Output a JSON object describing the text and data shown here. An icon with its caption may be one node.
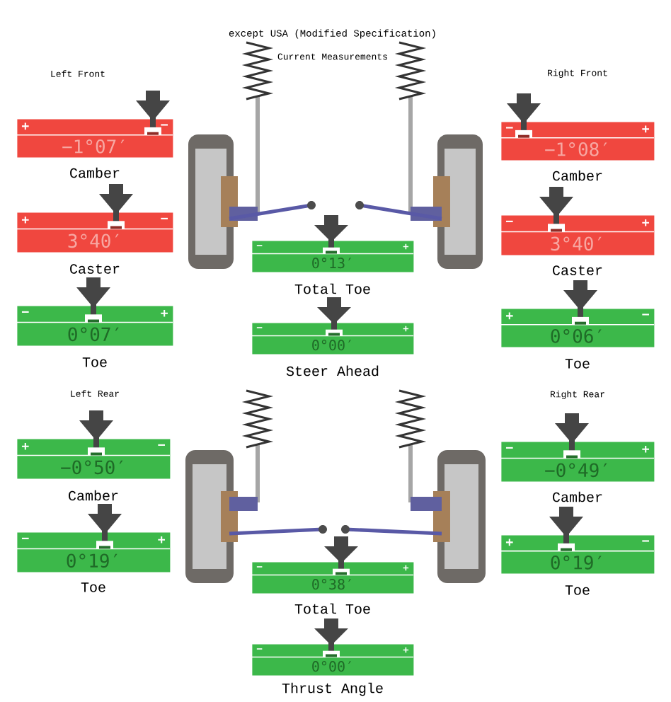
{
  "diagram": {
    "title": "except USA (Modified Specification)",
    "nodes": [
      {
        "text": [
          "+",
          "−",
          "−1°07′"
        ],
        "beside": [
          "Camber"
        ]
      },
      {
        "text": [
          "−",
          "+",
          "−1°08′"
        ],
        "beside": [
          "Camber"
        ]
      },
      {
        "text": [
          "+",
          "−",
          "3°40′"
        ],
        "beside": [
          "Caster"
        ]
      },
      {
        "text": [
          "−",
          "+",
          "3°40′"
        ],
        "beside": [
          "Caster"
        ]
      },
      {
        "text": [
          "−",
          "+",
          "0°13′"
        ],
        "beside": [
          "Total Toe"
        ]
      },
      {
        "text": [
          "−",
          "+",
          "0°07′"
        ],
        "beside": [
          "Toe"
        ]
      },
      {
        "text": [
          "−",
          "+",
          "0°00′"
        ],
        "beside": [
          "Steer Ahead"
        ]
      },
      {
        "text": [
          "+",
          "−",
          "0°06′"
        ],
        "beside": [
          "Toe"
        ]
      },
      {
        "text": [
          "+",
          "−",
          "−0°50′"
        ],
        "beside": [
          "Camber"
        ]
      },
      {
        "text": [
          "−",
          "+",
          "−0°49′"
        ],
        "beside": [
          "Camber"
        ]
      },
      {
        "text": [
          "−",
          "+",
          "0°19′"
        ],
        "beside": [
          "Toe"
        ]
      },
      {
        "text": [
          "+",
          "−",
          "0°19′"
        ],
        "beside": [
          "Toe"
        ]
      },
      {
        "text": [
          "−",
          "+",
          "0°38′"
        ],
        "beside": [
          "Total Toe"
        ]
      },
      {
        "text": [
          "−",
          "+",
          "0°00′"
        ],
        "beside": [
          "Thrust Angle"
        ]
      }
    ],
    "labels": [
      "Current Measurements",
      "Left Front",
      "Right Front",
      "Left Rear",
      "Right Rear"
    ]
  }
}
